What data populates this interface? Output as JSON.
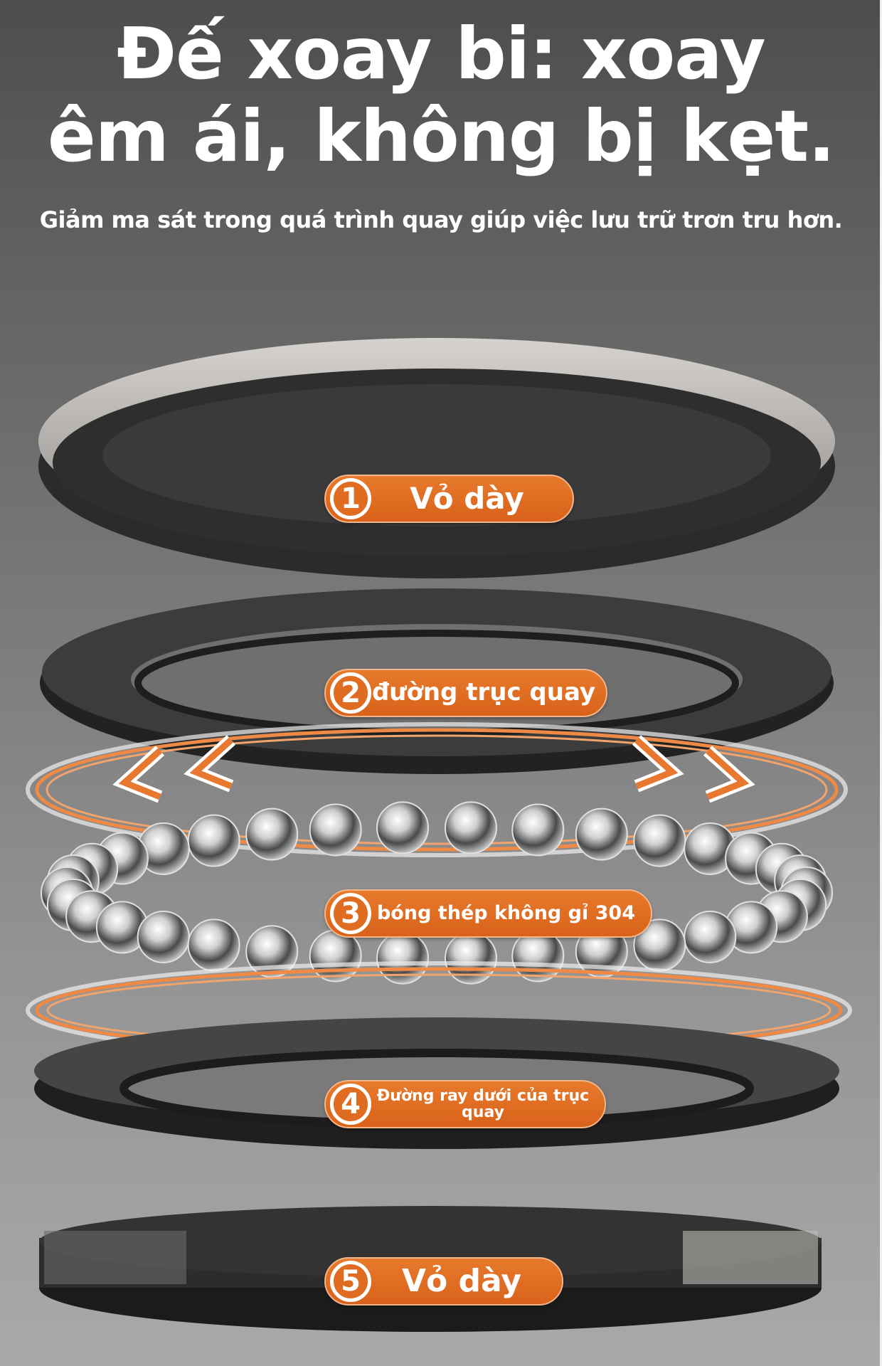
{
  "header": {
    "title_line1": "Đế xoay bi: xoay",
    "title_line2": "êm ái, không bị kẹt.",
    "subtitle": "Giảm ma sát trong quá trình quay giúp việc lưu trữ trơn tru hơn."
  },
  "parts": [
    {
      "number": "1",
      "label": "Vỏ dày"
    },
    {
      "number": "2",
      "label": "đường trục quay"
    },
    {
      "number": "3",
      "label": "bóng thép không gỉ 304"
    },
    {
      "number": "4",
      "label": "Đường ray dưới của trục quay"
    },
    {
      "number": "5",
      "label": "Vỏ dày"
    }
  ],
  "colors": {
    "accent": "#e06c22",
    "ring_light": "#c9c6c2",
    "ring_dark": "#2b2b2b"
  }
}
